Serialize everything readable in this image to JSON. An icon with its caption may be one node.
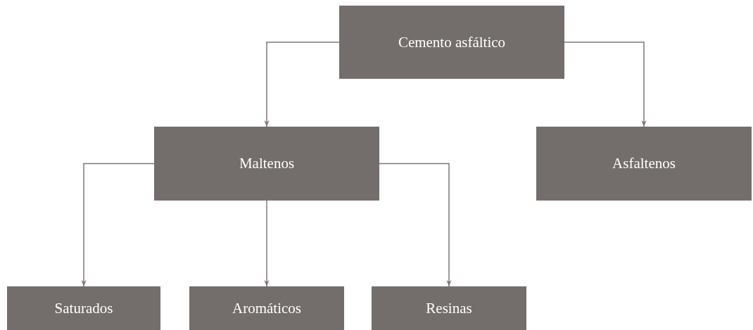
{
  "diagram": {
    "nodes": [
      {
        "text": [
          "Cemento asfáltico"
        ]
      },
      {
        "text": [
          "Maltenos"
        ]
      },
      {
        "text": [
          "Asfaltenos"
        ]
      },
      {
        "text": [
          "Saturados"
        ]
      },
      {
        "text": [
          "Aromáticos"
        ]
      },
      {
        "text": [
          "Resinas"
        ]
      }
    ],
    "edges": [
      {
        "from": 0,
        "to": 1,
        "arrow": "to"
      },
      {
        "from": 0,
        "to": 2,
        "arrow": "to"
      },
      {
        "from": 1,
        "to": 3,
        "arrow": "to"
      },
      {
        "from": 1,
        "to": 4,
        "arrow": "to"
      },
      {
        "from": 1,
        "to": 5,
        "arrow": "to"
      }
    ]
  }
}
